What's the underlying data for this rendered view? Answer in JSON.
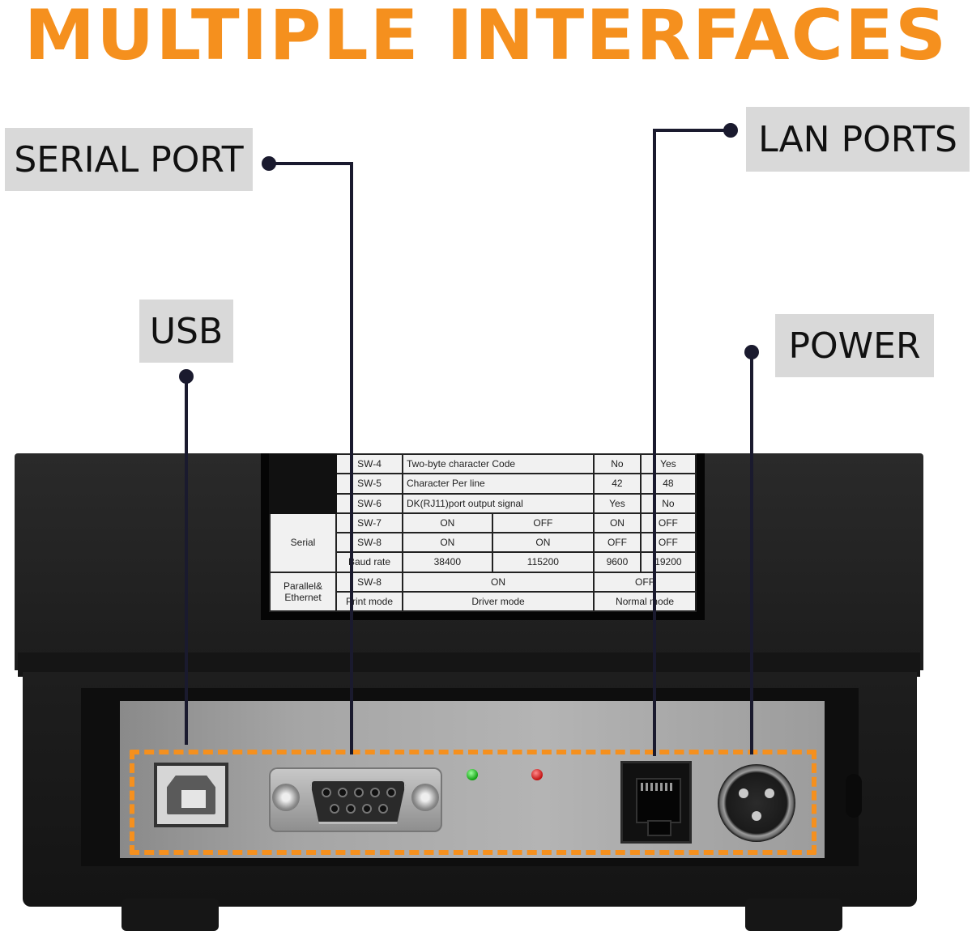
{
  "headline": "MULTIPLE INTERFACES",
  "callouts": {
    "serial": "SERIAL PORT",
    "lan": "LAN PORTS",
    "usb": "USB",
    "power": "POWER"
  },
  "sticker": {
    "rows": [
      {
        "sw": "SW-4",
        "desc": "Two-byte character Code",
        "a": "No",
        "b": "Yes"
      },
      {
        "sw": "SW-5",
        "desc": "Character Per line",
        "a": "42",
        "b": "48"
      },
      {
        "sw": "SW-6",
        "desc": "DK(RJ11)port output signal",
        "a": "Yes",
        "b": "No"
      }
    ],
    "serial_group": "Serial",
    "serial_rows": [
      {
        "sw": "SW-7",
        "v1": "ON",
        "v2": "OFF",
        "v3": "ON",
        "v4": "OFF"
      },
      {
        "sw": "SW-8",
        "v1": "ON",
        "v2": "ON",
        "v3": "OFF",
        "v4": "OFF"
      },
      {
        "sw": "Baud rate",
        "v1": "38400",
        "v2": "115200",
        "v3": "9600",
        "v4": "19200"
      }
    ],
    "parallel_group": "Parallel& Ethernet",
    "parallel_rows": [
      {
        "sw": "SW-8",
        "left": "ON",
        "right": "OFF"
      },
      {
        "sw": "Print mode",
        "left": "Driver mode",
        "right": "Normal mode"
      }
    ]
  },
  "colors": {
    "accent": "#f5901e",
    "callout_bg": "#d9d9d9",
    "leader_line": "#1a1a2e"
  }
}
